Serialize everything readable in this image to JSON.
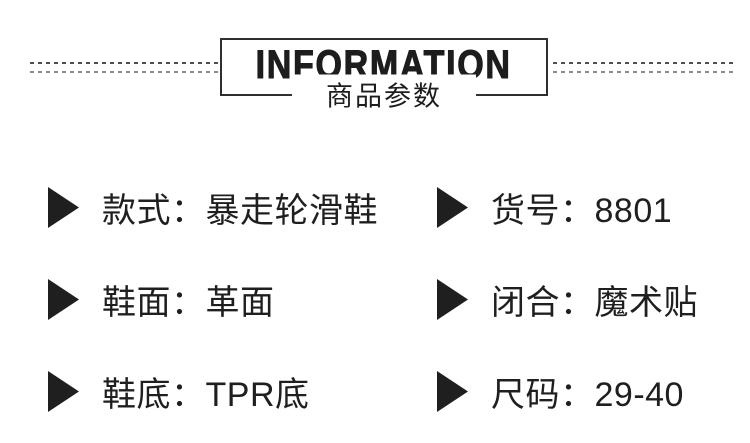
{
  "header": {
    "title": "INFORMATION",
    "subtitle": "商品参数"
  },
  "separator": "：",
  "params": {
    "items": [
      {
        "label": "款式",
        "value": "暴走轮滑鞋"
      },
      {
        "label": "货号",
        "value": "8801"
      },
      {
        "label": "鞋面",
        "value": "革面"
      },
      {
        "label": "闭合",
        "value": "魔术贴"
      },
      {
        "label": "鞋底",
        "value": "TPR底"
      },
      {
        "label": "尺码",
        "value": "29-40"
      }
    ]
  },
  "icons": {
    "bullet": "triangle-right-icon"
  },
  "colors": {
    "background": "#ffffff",
    "text": "#1f1f1f",
    "box_border": "#2f2f2f",
    "dash_dark": "#4f4f4f",
    "dash_light": "#8c8c8c"
  }
}
